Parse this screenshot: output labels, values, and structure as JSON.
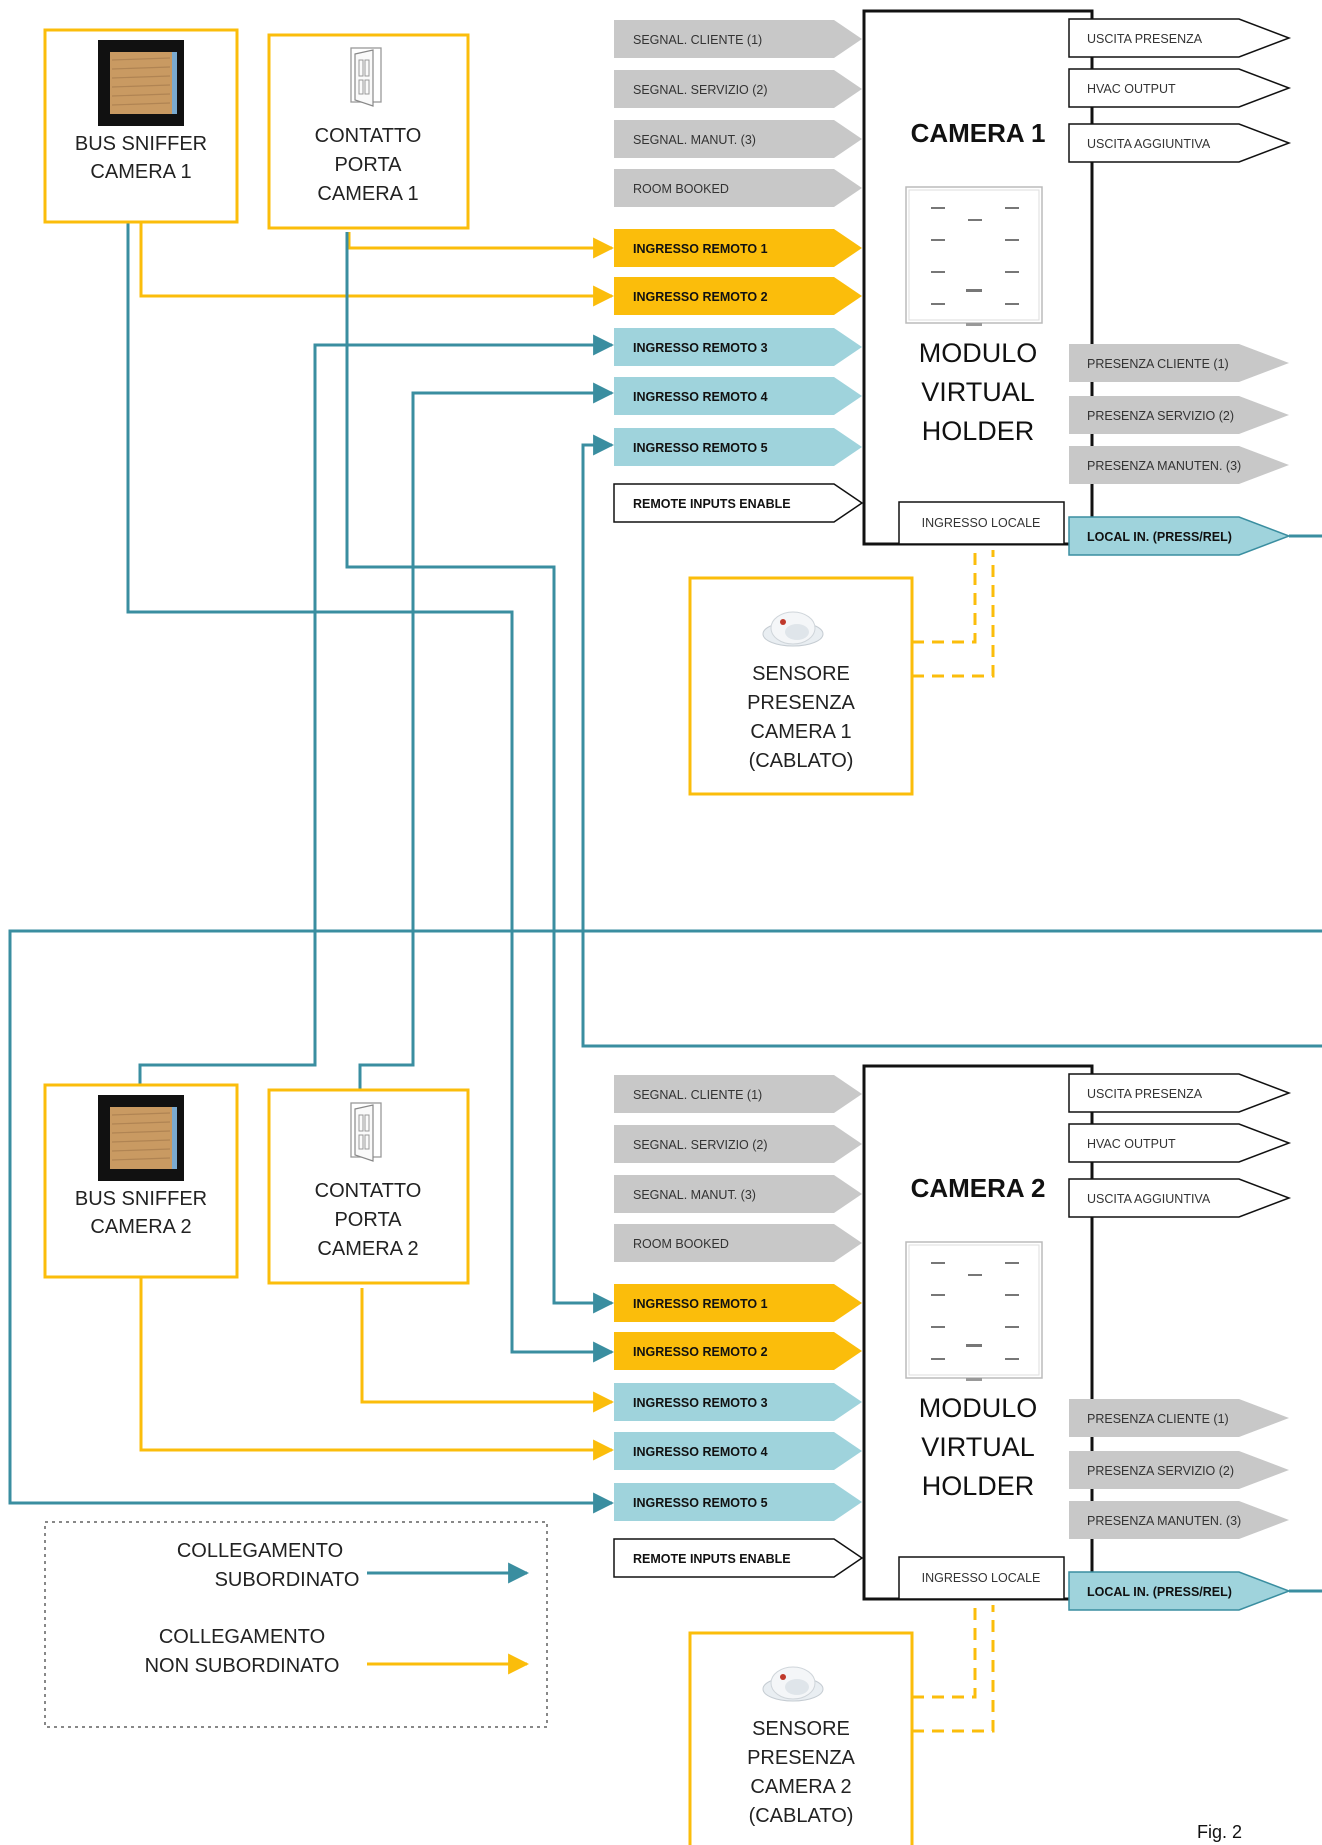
{
  "units": [
    {
      "title": "CAMERA 1",
      "module": [
        "MODULO",
        "VIRTUAL",
        "HOLDER"
      ],
      "left_inputs": [
        {
          "label": "SEGNAL. CLIENTE (1)",
          "color": "#c8c8c8",
          "bold": false
        },
        {
          "label": "SEGNAL. SERVIZIO (2)",
          "color": "#c8c8c8",
          "bold": false
        },
        {
          "label": "SEGNAL. MANUT. (3)",
          "color": "#c8c8c8",
          "bold": false
        },
        {
          "label": "ROOM BOOKED",
          "color": "#c8c8c8",
          "bold": false
        },
        {
          "label": "INGRESSO REMOTO 1",
          "color": "#fbbd0b",
          "bold": true
        },
        {
          "label": "INGRESSO REMOTO 2",
          "color": "#fbbd0b",
          "bold": true
        },
        {
          "label": "INGRESSO REMOTO 3",
          "color": "#9fd3dc",
          "bold": true
        },
        {
          "label": "INGRESSO REMOTO 4",
          "color": "#9fd3dc",
          "bold": true
        },
        {
          "label": "INGRESSO REMOTO 5",
          "color": "#9fd3dc",
          "bold": true
        },
        {
          "label": "REMOTE INPUTS ENABLE",
          "color": "#ffffff",
          "bold": true
        }
      ],
      "right_outputs_top": [
        "USCITA PRESENZA",
        "HVAC OUTPUT",
        "USCITA AGGIUNTIVA"
      ],
      "right_outputs_mid": [
        "PRESENZA CLIENTE (1)",
        "PRESENZA SERVIZIO (2)",
        "PRESENZA MANUTEN. (3)"
      ],
      "local_out": "LOCAL IN. (PRESS/REL)",
      "local_in": "INGRESSO LOCALE",
      "sniffer": [
        "BUS SNIFFER",
        "CAMERA 1"
      ],
      "door": [
        "CONTATTO",
        "PORTA",
        "CAMERA 1"
      ],
      "sensor": [
        "SENSORE",
        "PRESENZA",
        "CAMERA 1",
        "(CABLATO)"
      ]
    },
    {
      "title": "CAMERA 2",
      "module": [
        "MODULO",
        "VIRTUAL",
        "HOLDER"
      ],
      "left_inputs": [
        {
          "label": "SEGNAL. CLIENTE (1)",
          "color": "#c8c8c8",
          "bold": false
        },
        {
          "label": "SEGNAL. SERVIZIO (2)",
          "color": "#c8c8c8",
          "bold": false
        },
        {
          "label": "SEGNAL. MANUT. (3)",
          "color": "#c8c8c8",
          "bold": false
        },
        {
          "label": "ROOM BOOKED",
          "color": "#c8c8c8",
          "bold": false
        },
        {
          "label": "INGRESSO REMOTO 1",
          "color": "#fbbd0b",
          "bold": true
        },
        {
          "label": "INGRESSO REMOTO 2",
          "color": "#fbbd0b",
          "bold": true
        },
        {
          "label": "INGRESSO REMOTO 3",
          "color": "#9fd3dc",
          "bold": true
        },
        {
          "label": "INGRESSO REMOTO 4",
          "color": "#9fd3dc",
          "bold": true
        },
        {
          "label": "INGRESSO REMOTO 5",
          "color": "#9fd3dc",
          "bold": true
        },
        {
          "label": "REMOTE INPUTS ENABLE",
          "color": "#ffffff",
          "bold": true
        }
      ],
      "right_outputs_top": [
        "USCITA PRESENZA",
        "HVAC OUTPUT",
        "USCITA AGGIUNTIVA"
      ],
      "right_outputs_mid": [
        "PRESENZA CLIENTE (1)",
        "PRESENZA SERVIZIO (2)",
        "PRESENZA MANUTEN. (3)"
      ],
      "local_out": "LOCAL IN. (PRESS/REL)",
      "local_in": "INGRESSO LOCALE",
      "sniffer": [
        "BUS SNIFFER",
        "CAMERA 2"
      ],
      "door": [
        "CONTATTO",
        "PORTA",
        "CAMERA 2"
      ],
      "sensor": [
        "SENSORE",
        "PRESENZA",
        "CAMERA 2",
        "(CABLATO)"
      ]
    }
  ],
  "legend": {
    "subordinate": [
      "COLLEGAMENTO",
      "SUBORDINATO"
    ],
    "non_subordinate": [
      "COLLEGAMENTO",
      "NON SUBORDINATO"
    ]
  },
  "figure_label": "Fig. 2",
  "colors": {
    "teal": "#3a8ea0",
    "yellow": "#fbbd0b",
    "grey": "#c8c8c8",
    "light_blue": "#9fd3dc",
    "box_border": "#fbbd0b"
  }
}
